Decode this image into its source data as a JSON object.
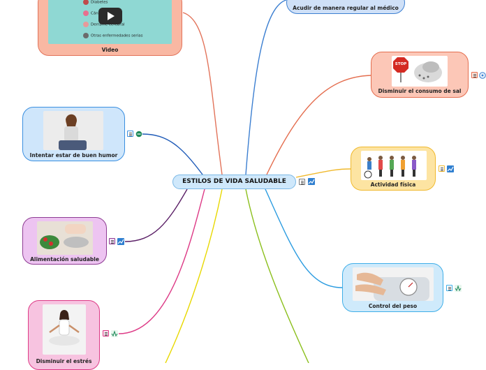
{
  "central": {
    "title": "ESTILOS DE VIDA SALUDABLE"
  },
  "topics": {
    "video": {
      "label": "Video"
    },
    "medico": {
      "label": "Acudir de manera regular al médico"
    },
    "sal": {
      "label": "Disminuir el consumo de sal",
      "image_text": "STOP"
    },
    "humor": {
      "label": "Intentar estar de buen humor"
    },
    "actividad": {
      "label": "Actividad física"
    },
    "alimentacion": {
      "label": "Alimentación saludable"
    },
    "peso": {
      "label": "Control del peso"
    },
    "estres": {
      "label": "Disminuir el estrés"
    }
  },
  "video_items": [
    "Diabetes",
    "Cáncer",
    "Derrame cerebral",
    "Otras enfermedades serias"
  ],
  "colors": {
    "video_fill": "#f9b8a3",
    "video_border": "#e2735a",
    "medico_fill": "#cfe0f7",
    "medico_border": "#3c7fd1",
    "sal_fill": "#fcc7b7",
    "sal_border": "#e46d4e",
    "humor_fill": "#cfe6fb",
    "humor_border": "#3a8fe0",
    "actividad_fill": "#fde4a2",
    "actividad_border": "#f0b92d",
    "alimentacion_fill": "#edc4f1",
    "alimentacion_border": "#8e3c93",
    "peso_fill": "#cfeafb",
    "peso_border": "#3eaee8",
    "estres_fill": "#f7c3e0",
    "estres_border": "#dd3a86"
  }
}
